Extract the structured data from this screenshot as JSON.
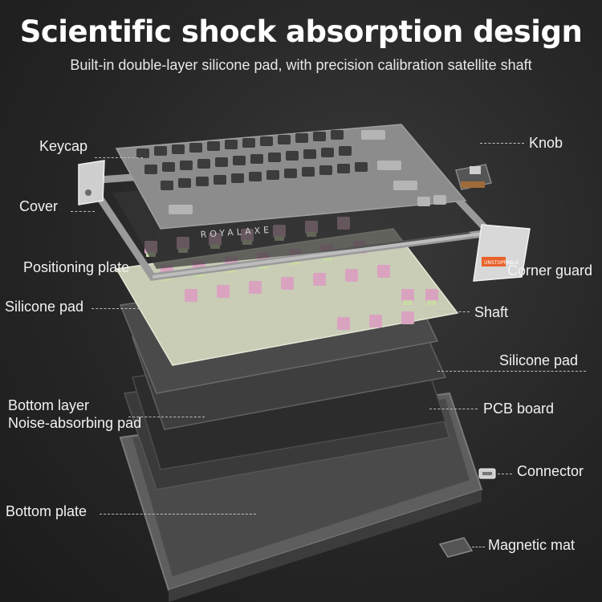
{
  "title": "Scientific shock absorption design",
  "subtitle": "Built-in double-layer silicone pad, with precision calibration satellite shaft",
  "brand_text": "ROYALAXE",
  "corner_guard_text": "UNSTOPPABLE",
  "labels": {
    "keycap": "Keycap",
    "cover": "Cover",
    "positioning_plate": "Positioning plate",
    "silicone_pad_left": "Silicone pad",
    "bottom_layer": "Bottom layer",
    "noise_pad": "Noise-absorbing pad",
    "bottom_plate": "Bottom plate",
    "knob": "Knob",
    "corner_guard": "Corner guard",
    "shaft": "Shaft",
    "silicone_pad_right": "Silicone pad",
    "pcb_board": "PCB board",
    "connector": "Connector",
    "magnetic_mat": "Magnetic mat"
  },
  "colors": {
    "background": "#262626",
    "accent_orange": "#e8622a",
    "switch_pink": "#d9a3c0",
    "switch_green": "#c9d9a8"
  }
}
